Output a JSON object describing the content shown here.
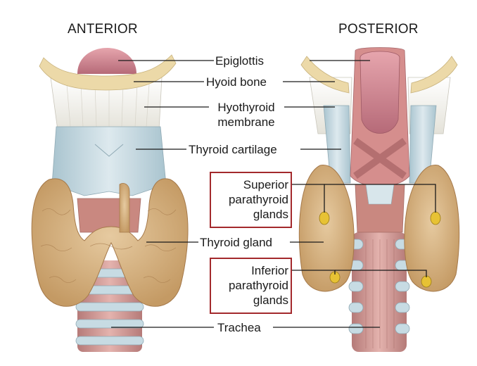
{
  "views": {
    "anterior": "ANTERIOR",
    "posterior": "POSTERIOR"
  },
  "labels": {
    "epiglottis": "Epiglottis",
    "hyoid_bone": "Hyoid bone",
    "hyothyroid_line1": "Hyothyroid",
    "hyothyroid_line2": "membrane",
    "thyroid_cartilage": "Thyroid cartilage",
    "superior_line1": "Superior",
    "superior_line2": "parathyroid",
    "superior_line3": "glands",
    "thyroid_gland": "Thyroid gland",
    "inferior_line1": "Inferior",
    "inferior_line2": "parathyroid",
    "inferior_line3": "glands",
    "trachea": "Trachea"
  },
  "colors": {
    "highlight_box": "#a3292c",
    "leader_line": "#1a1a1a",
    "thyroid_gland": "#d9b98a",
    "cartilage": "#c9dbe3",
    "membrane": "#f1efe6",
    "hyoid": "#ecd9a8",
    "muscle": "#c98880",
    "parathyroid": "#e7c234"
  }
}
